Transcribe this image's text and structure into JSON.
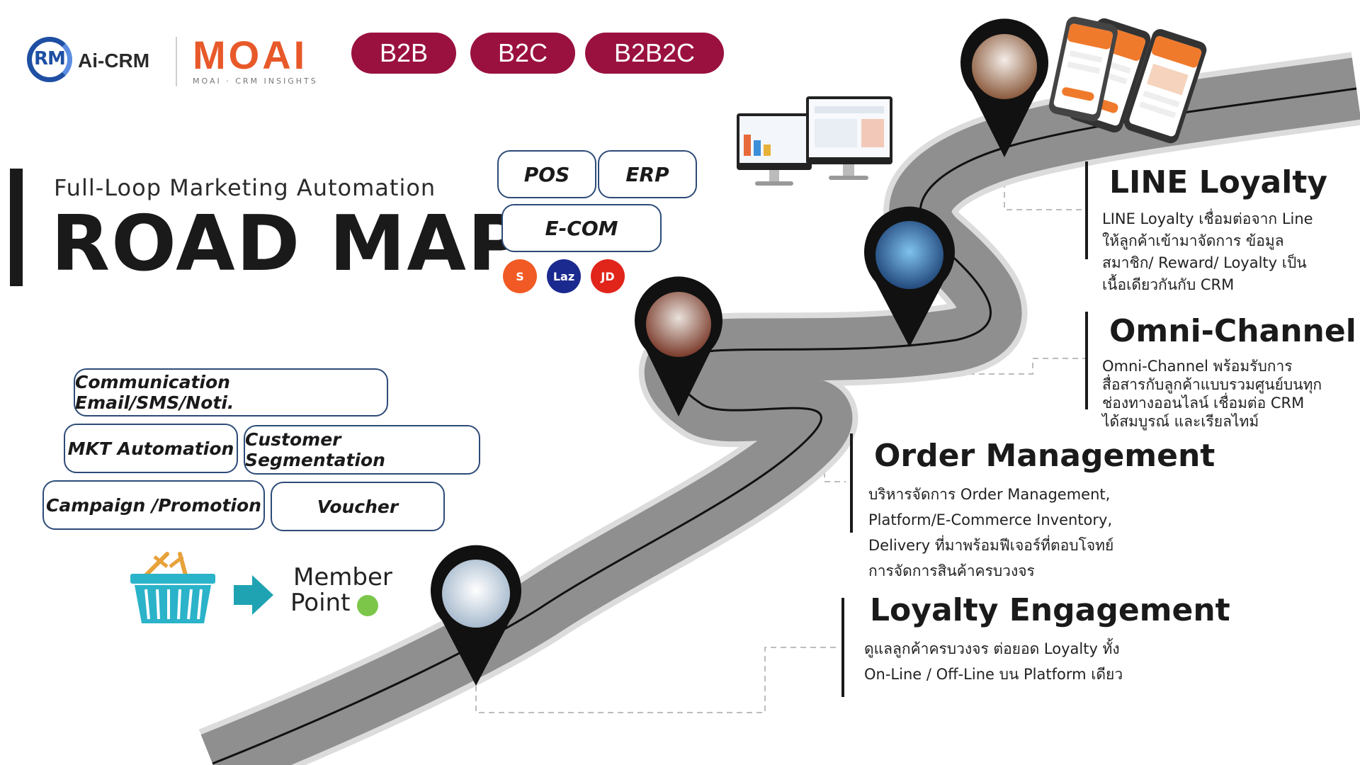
{
  "header": {
    "crm_logo_text": "Ai-CRM",
    "crm_logo_mark": "RM",
    "moai_logo_text": "MOAI",
    "moai_logo_sub": "MOAI · CRM INSIGHTS",
    "segments": [
      "B2B",
      "B2C",
      "B2B2C"
    ]
  },
  "title": {
    "subtitle": "Full-Loop Marketing Automation",
    "main": "ROAD MAP"
  },
  "integrations": {
    "pos": "POS",
    "erp": "ERP",
    "ecom": "E-COM",
    "marketplaces": [
      {
        "icon": "shopee-icon",
        "label": "S",
        "color": "#f15a24"
      },
      {
        "icon": "lazada-icon",
        "label": "Laz",
        "color": "#1b2a8f"
      },
      {
        "icon": "jdcentral-icon",
        "label": "JD",
        "color": "#e1251b"
      }
    ]
  },
  "features_left": {
    "communication": "Communication Email/SMS/Noti.",
    "mkt_automation": "MKT Automation",
    "segmentation": "Customer Segmentation",
    "campaign": "Campaign /Promotion",
    "voucher": "Voucher"
  },
  "member_point": {
    "line1": "Member",
    "line2": "Point"
  },
  "roadmap": [
    {
      "title": "LINE Loyalty",
      "lines": [
        "LINE Loyalty เชื่อมต่อจาก Line",
        "ให้ลูกค้าเข้ามาจัดการ ข้อมูล",
        "สมาชิก/ Reward/ Loyalty เป็น",
        "เนื้อเดียวกันกับ CRM"
      ]
    },
    {
      "title": "Omni-Channel",
      "lines": [
        "Omni-Channel พร้อมรับการ",
        "สื่อสารกับลูกค้าแบบรวมศูนย์บนทุก",
        "ช่องทางออนไลน์ เชื่อมต่อ CRM",
        "ได้สมบูรณ์ และเรียลไทม์"
      ]
    },
    {
      "title": "Order Management",
      "lines": [
        "บริหารจัดการ Order Management,",
        "Platform/E-Commerce Inventory,",
        "Delivery ที่มาพร้อมฟีเจอร์ที่ตอบโจทย์",
        "การจัดการสินค้าครบวงจร"
      ]
    },
    {
      "title": "Loyalty Engagement",
      "lines": [
        "ดูแลลูกค้าครบวงจร ต่อยอด Loyalty ทั้ง",
        "On-Line / Off-Line บน Platform เดียว"
      ]
    }
  ],
  "colors": {
    "pill": "#9a1140",
    "box_border": "#2d4b78",
    "road": "#8f8f8f",
    "pin": "#111111",
    "moai_orange": "#e8592a",
    "basket": "#2bb3c9",
    "arrow": "#1fa3b3",
    "dot": "#7cc74a"
  }
}
